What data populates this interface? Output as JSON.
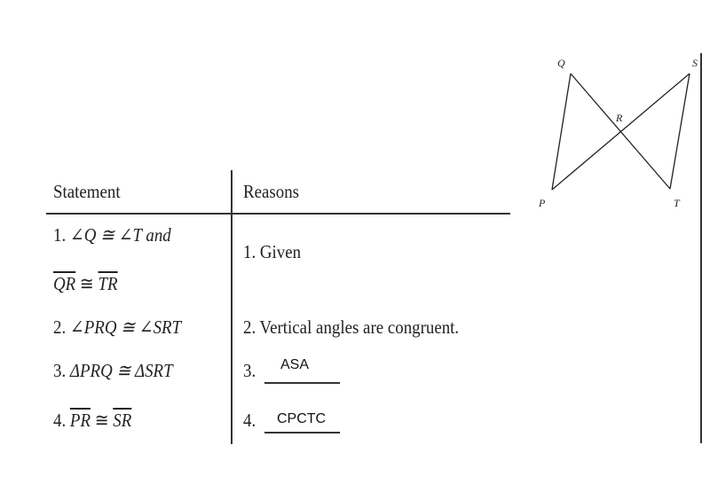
{
  "table": {
    "headers": {
      "statement": "Statement",
      "reasons": "Reasons"
    },
    "rows": [
      {
        "num": "1.",
        "statement_a": "∠Q ≅ ∠T and",
        "statement_b_left": "QR",
        "statement_b_op": "≅",
        "statement_b_right": "TR",
        "reason": "1. Given"
      },
      {
        "num": "2.",
        "statement": "∠PRQ ≅ ∠SRT",
        "reason": "2. Vertical angles are congruent."
      },
      {
        "num": "3.",
        "statement": "ΔPRQ ≅ ΔSRT",
        "reason_num": "3.",
        "answer": "ASA"
      },
      {
        "num": "4.",
        "statement_left": "PR",
        "statement_op": "≅",
        "statement_right": "SR",
        "reason_num": "4.",
        "answer": "CPCTC"
      }
    ]
  },
  "diagram": {
    "labels": {
      "Q": "Q",
      "S": "S",
      "R": "R",
      "P": "P",
      "T": "T"
    }
  }
}
